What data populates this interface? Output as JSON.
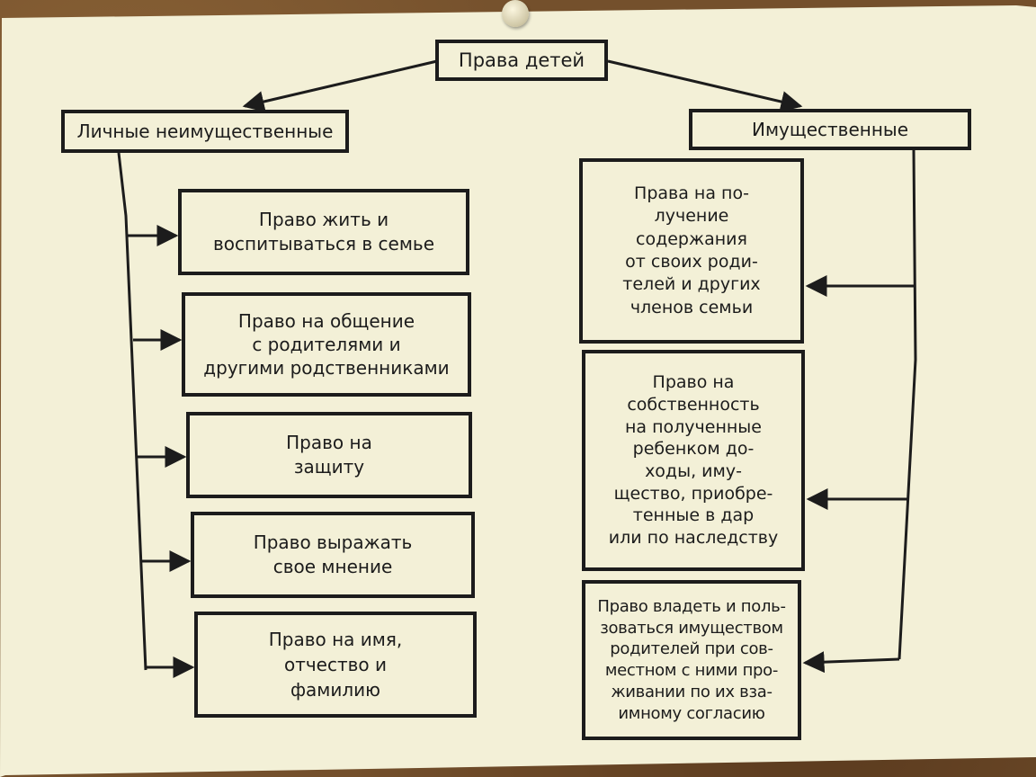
{
  "diagram": {
    "root": "Права детей",
    "left_branch": {
      "title": "Личные неимущественные",
      "items": [
        "Право жить и\nвоспитываться в семье",
        "Право на общение\nс родителями и\nдругими родственниками",
        "Право на\nзащиту",
        "Право выражать\nсвое мнение",
        "Право на имя,\nотчество и\nфамилию"
      ]
    },
    "right_branch": {
      "title": "Имущественные",
      "items": [
        "Права на по-\nлучение\nсодержания\nот своих роди-\nтелей и других\nчленов семьи",
        "Право на\nсобственность\nна полученные\nребенком до-\nходы, иму-\nщество, приобре-\nтенные в дар\nили по наследству",
        "Право владеть и поль-\nзоваться имуществом\nродителей при сов-\nместном с ними про-\nживании по их вза-\nимному согласию"
      ]
    }
  },
  "colors": {
    "paper": "#f3f0d7",
    "ink": "#1c1c1c",
    "board": "#74502c"
  }
}
